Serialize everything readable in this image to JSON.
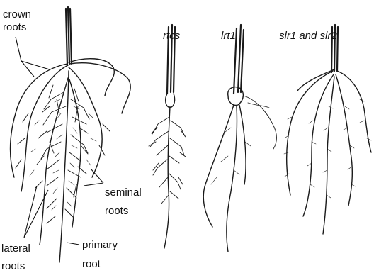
{
  "labels": {
    "crown_roots": [
      "crown",
      "roots"
    ],
    "seminal_roots": [
      "seminal",
      "roots"
    ],
    "lateral_roots": [
      "lateral",
      "roots"
    ],
    "primary_root": [
      "primary",
      "root"
    ],
    "mutant_rtcs": "rtcs",
    "mutant_lrt1": "lrt1",
    "mutant_slr": "slr1 and slr2"
  }
}
